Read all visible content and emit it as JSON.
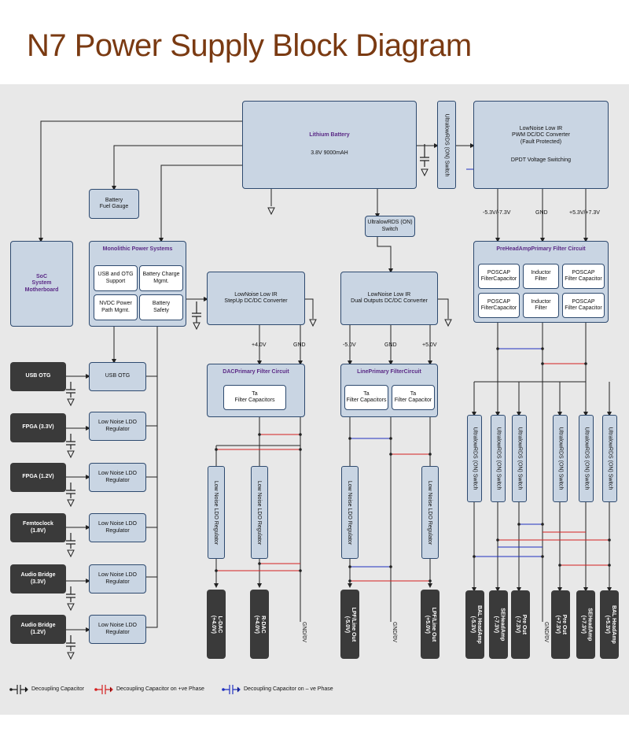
{
  "title": "N7 Power Supply Block Diagram",
  "colors": {
    "title": "#7a3a12",
    "box_fill": "#c9d5e3",
    "box_border": "#2e4a6f",
    "group_title": "#5b2a86",
    "dark_fill": "#3a3a3a",
    "positive_phase": "#d42020",
    "negative_phase": "#2030c0",
    "panel": "#e8e8e8"
  },
  "battery": {
    "name": "Lithium Battery",
    "spec": "3.8V 9000mAH"
  },
  "switches": {
    "top": "UltralowRDS (ON) Switch",
    "mid": "UltralowRDS (ON)\nSwitch",
    "right_label": "UltralowRDS (ON) Switch"
  },
  "pwm": {
    "text": "LowNoise Low IR\nPWM DC/DC Converter\n(Fault Protected)",
    "sub": "DPDT Voltage Switching",
    "rails": [
      "-5.3V/-7.3V",
      "GND",
      "+5.3V/+7.3V"
    ]
  },
  "fuel_gauge": "Battery\nFuel Gauge",
  "soc": "SoC\nSystem\nMotherboard",
  "monolithic": {
    "title": "Monolithic Power Systems",
    "blocks": [
      "USB and OTG\nSupport",
      "Battery Charge\nMgmt.",
      "NVDC Power\nPath Mgmt.",
      "Battery\nSafety"
    ]
  },
  "stepup": {
    "text": "LowNoise Low IR\nStepUp DC/DC Converter",
    "rails": [
      "+4.0V",
      "GND"
    ]
  },
  "dual": {
    "text": "LowNoise Low IR\nDual Outputs DC/DC Converter",
    "rails": [
      "-5.0V",
      "GND",
      "+5.0V"
    ]
  },
  "preamp_filter": {
    "title": "PreHeadAmpPrimary Filter Circuit",
    "cells": [
      "POSCAP\nFilterCapacitor",
      "Inductor\nFilter",
      "POSCAP\nFilter Capacitor",
      "POSCAP\nFilterCapacitor",
      "Inductor\nFilter",
      "POSCAP\nFilter Capacitor"
    ]
  },
  "dac_filter": {
    "title": "DACPrimary Filter Circuit",
    "cell": "Ta\nFilter Capacitors"
  },
  "line_filter": {
    "title": "LinePrimary FilterCircuit",
    "cells": [
      "Ta\nFilter Capacitors",
      "Ta\nFilter Capacitor"
    ]
  },
  "usb_otg": "USB OTG",
  "ldo_regulator": "Low Noise LDO\nRegulator",
  "ldo_vertical": "Low Noise LDO Regulator",
  "left_loads": [
    "USB OTG",
    "FPGA (3.3V)",
    "FPGA (1.2V)",
    "Femtoclock\n(1.8V)",
    "Audio Bridge\n(3.3V)",
    "Audio Bridge\n(1.2V)"
  ],
  "dac_outputs": [
    "L-DAC\n(+4.0V)",
    "R-DAC\n(+4.0V)"
  ],
  "gnd_label": "GND/0V",
  "line_outputs": [
    "LPF/Line Out\n(-5.0V)",
    "LPF/Line Out\n(+5.0V)"
  ],
  "amp_outputs": [
    "BAL HeadAmp\n(-5.3V)",
    "SEHeadAmp\n(-7.3V)",
    "Pre Out\n(-7.3V)",
    "Pre Out\n(+7.3V)",
    "SEHeadAmp\n(+7.3V)",
    "BAL HeadAmp\n(+5.3V)"
  ],
  "legend": [
    "Decoupling Capacitor",
    "Decoupling Capacitor on +ve Phase",
    "Decoupling Capacitor on – ve Phase"
  ]
}
